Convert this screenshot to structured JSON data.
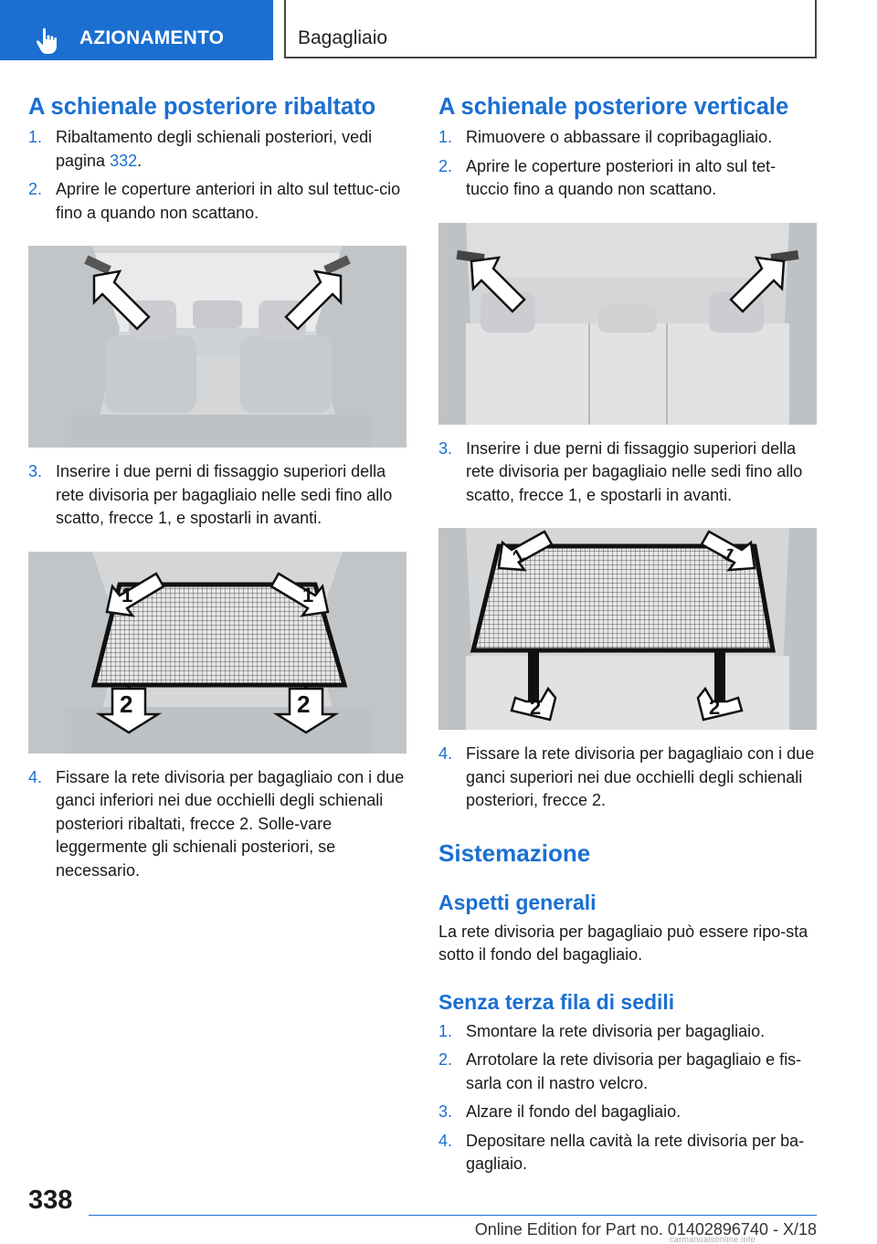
{
  "header": {
    "section_label": "AZIONAMENTO",
    "chapter_label": "Bagagliaio",
    "accent_color": "#1a6fd1"
  },
  "left": {
    "title": "A schienale posteriore ribaltato",
    "steps_a": [
      {
        "num": "1.",
        "text": "Ribaltamento degli schienali posteriori, vedi pagina ",
        "link": "332",
        "after": "."
      },
      {
        "num": "2.",
        "text": "Aprire le coperture anteriori in alto sul tettuc-cio fino a quando non scattano."
      }
    ],
    "steps_b": [
      {
        "num": "3.",
        "text": "Inserire i due perni di fissaggio superiori della rete divisoria per bagagliaio nelle sedi fino allo scatto, frecce 1, e spostarli in avanti."
      }
    ],
    "steps_c": [
      {
        "num": "4.",
        "text": "Fissare la rete divisoria per bagagliaio con i due ganci inferiori nei due occhielli degli schienali posteriori ribaltati, frecce 2. Solle-vare leggermente gli schienali posteriori, se necessario."
      }
    ],
    "figure_b_labels": {
      "up_left": "1",
      "up_right": "1",
      "down_left": "2",
      "down_right": "2"
    }
  },
  "right": {
    "title": "A schienale posteriore verticale",
    "steps_a": [
      {
        "num": "1.",
        "text": "Rimuovere o abbassare il copribagagliaio."
      },
      {
        "num": "2.",
        "text": "Aprire le coperture posteriori in alto sul tet-tuccio fino a quando non scattano."
      }
    ],
    "steps_b": [
      {
        "num": "3.",
        "text": "Inserire i due perni di fissaggio superiori della rete divisoria per bagagliaio nelle sedi fino allo scatto, frecce 1, e spostarli in avanti."
      }
    ],
    "steps_c": [
      {
        "num": "4.",
        "text": "Fissare la rete divisoria per bagagliaio con i due ganci superiori nei due occhielli degli schienali posteriori, frecce 2."
      }
    ],
    "figure_b_labels": {
      "up_left": "1",
      "up_right": "1",
      "down_left": "2",
      "down_right": "2"
    },
    "stowage_title": "Sistemazione",
    "general_title": "Aspetti generali",
    "general_text": "La rete divisoria per bagagliaio può essere ripo-sta sotto il fondo del bagagliaio.",
    "no_third_row_title": "Senza terza fila di sedili",
    "steps_d": [
      {
        "num": "1.",
        "text": "Smontare la rete divisoria per bagagliaio."
      },
      {
        "num": "2.",
        "text": "Arrotolare la rete divisoria per bagagliaio e fis-sarla con il nastro velcro."
      },
      {
        "num": "3.",
        "text": "Alzare il fondo del bagagliaio."
      },
      {
        "num": "4.",
        "text": "Depositare nella cavità la rete divisoria per ba-gagliaio."
      }
    ]
  },
  "footer": {
    "page_number": "338",
    "edition": "Online Edition for Part no. 01402896740 - X/18",
    "watermark": "carmanualsonline.info"
  }
}
